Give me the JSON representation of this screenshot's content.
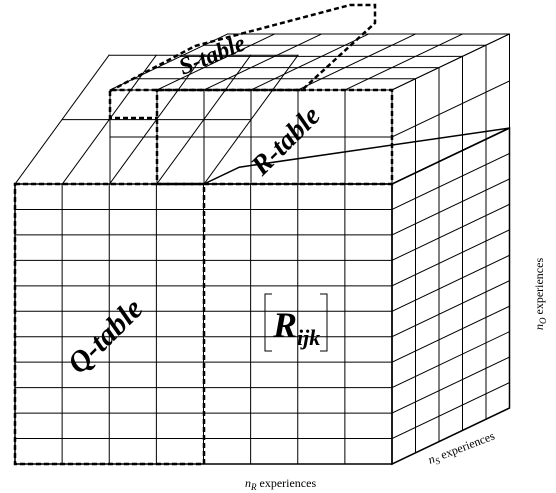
{
  "tables": {
    "s_table": "S-table",
    "r_table": "R-table",
    "q_table": "Q-table"
  },
  "element": {
    "symbol": "R",
    "subscript": "ijk"
  },
  "axes": {
    "n_r": {
      "var": "n",
      "sub": "R",
      "label": " experiences"
    },
    "n_s": {
      "var": "n",
      "sub": "S",
      "label": " experiences"
    },
    "n_o": {
      "var": "n",
      "sub": "O",
      "label": " experiences"
    }
  }
}
